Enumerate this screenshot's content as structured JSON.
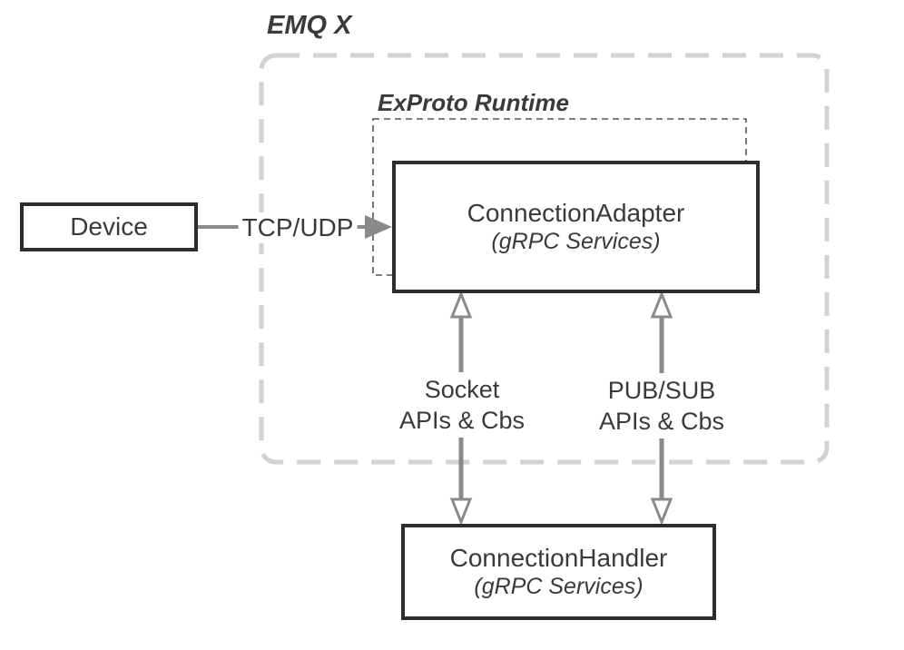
{
  "containers": {
    "emqx": {
      "label": "EMQ X"
    },
    "exproto": {
      "label": "ExProto Runtime"
    }
  },
  "nodes": {
    "device": {
      "label": "Device"
    },
    "adapter": {
      "title": "ConnectionAdapter",
      "subtitle": "(gRPC Services)"
    },
    "handler": {
      "title": "ConnectionHandler",
      "subtitle": "(gRPC Services)"
    }
  },
  "edges": {
    "tcp": {
      "label": "TCP/UDP",
      "direction": "right",
      "style": "solid-filled-head"
    },
    "socket": {
      "line1": "Socket",
      "line2": "APIs & Cbs",
      "direction": "bidirectional"
    },
    "pubsub": {
      "line1": "PUB/SUB",
      "line2": "APIs & Cbs",
      "direction": "bidirectional"
    }
  },
  "colors": {
    "node-border": "#2d2d2d",
    "text": "#3a3a3a",
    "arrow": "#8a8a8a",
    "boundary-dash": "#d2d2d2",
    "inner-dash": "#555555",
    "background": "#ffffff"
  }
}
